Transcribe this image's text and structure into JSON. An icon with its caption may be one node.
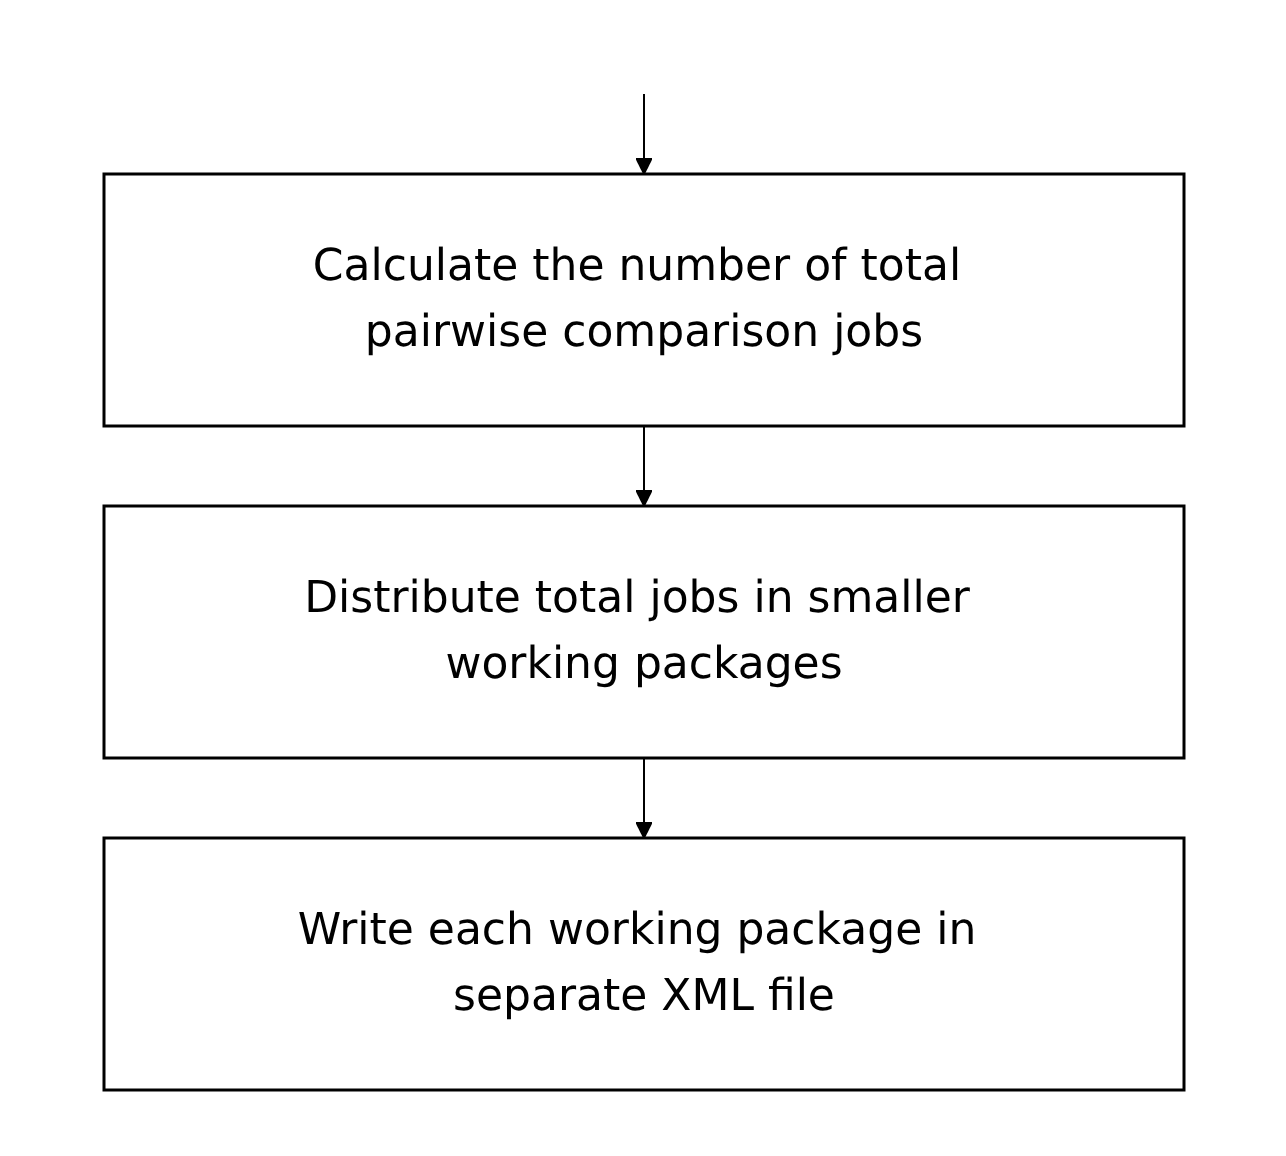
{
  "diagram": {
    "nodes": [
      {
        "text": [
          "Calculate the number of total pairwise comparison jobs"
        ]
      },
      {
        "text": [
          "Distribute total jobs in smaller working packages"
        ]
      },
      {
        "text": [
          "Write each working package in separate XML file"
        ]
      }
    ],
    "edges": [
      {
        "from": null,
        "to": 0,
        "arrow": "to"
      },
      {
        "from": 0,
        "to": 1,
        "arrow": "to"
      },
      {
        "from": 1,
        "to": 2,
        "arrow": "to"
      }
    ]
  }
}
